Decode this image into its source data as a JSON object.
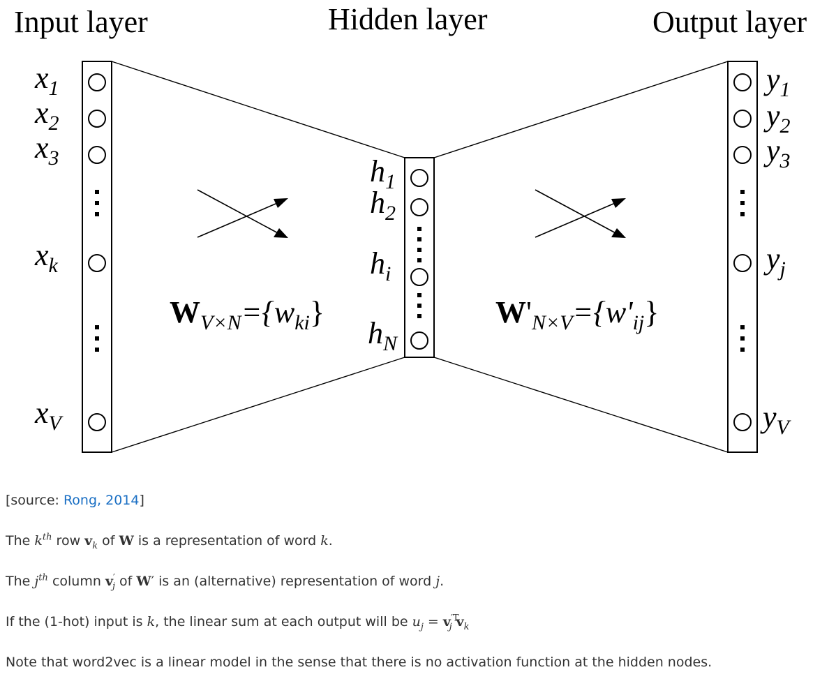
{
  "diagram": {
    "headers": {
      "input": "Input layer",
      "hidden": "Hidden layer",
      "output": "Output layer"
    },
    "input_labels": [
      {
        "base": "x",
        "sub": "1"
      },
      {
        "base": "x",
        "sub": "2"
      },
      {
        "base": "x",
        "sub": "3"
      },
      {
        "base": "x",
        "sub": "k"
      },
      {
        "base": "x",
        "sub": "V"
      }
    ],
    "hidden_labels": [
      {
        "base": "h",
        "sub": "1"
      },
      {
        "base": "h",
        "sub": "2"
      },
      {
        "base": "h",
        "sub": "i"
      },
      {
        "base": "h",
        "sub": "N"
      }
    ],
    "output_labels": [
      {
        "base": "y",
        "sub": "1"
      },
      {
        "base": "y",
        "sub": "2"
      },
      {
        "base": "y",
        "sub": "3"
      },
      {
        "base": "y",
        "sub": "j"
      },
      {
        "base": "y",
        "sub": "V"
      }
    ],
    "weight_left": {
      "W": "W",
      "sub": "V×N",
      "rest": "={w",
      "rsub": "ki",
      "close": "}"
    },
    "weight_right": {
      "W": "W",
      "prime": "'",
      "sub": "N×V",
      "rest": "={w'",
      "rsub": "ij",
      "close": "}"
    }
  },
  "text": {
    "source_prefix": "[source: ",
    "source_link": "Rong, 2014",
    "source_suffix": "]",
    "line1": {
      "a": "The ",
      "k": "k",
      "th": "th",
      "b": " row ",
      "v": "v",
      "vsub": "k",
      "c": " of ",
      "W": "W",
      "d": " is a representation of word ",
      "k2": "k",
      "e": "."
    },
    "line2": {
      "a": "The ",
      "j": "j",
      "th": "th",
      "b": " column ",
      "v": "v",
      "vsub": "j",
      "c": " of ",
      "W": "W",
      "d": " is an (alternative) representation of word ",
      "j2": "j",
      "e": "."
    },
    "line3": {
      "a": "If the (1-hot) input is ",
      "k": "k",
      "b": ", the linear sum at each output will be ",
      "u": "u",
      "usub": "j",
      "eq": " = ",
      "v": "v",
      "vsup": "′T",
      "vsub": "j",
      "v2": "v",
      "v2sub": "k"
    },
    "line4": "Note that word2vec is a linear model in the sense that there is no activation function at the hidden nodes."
  }
}
